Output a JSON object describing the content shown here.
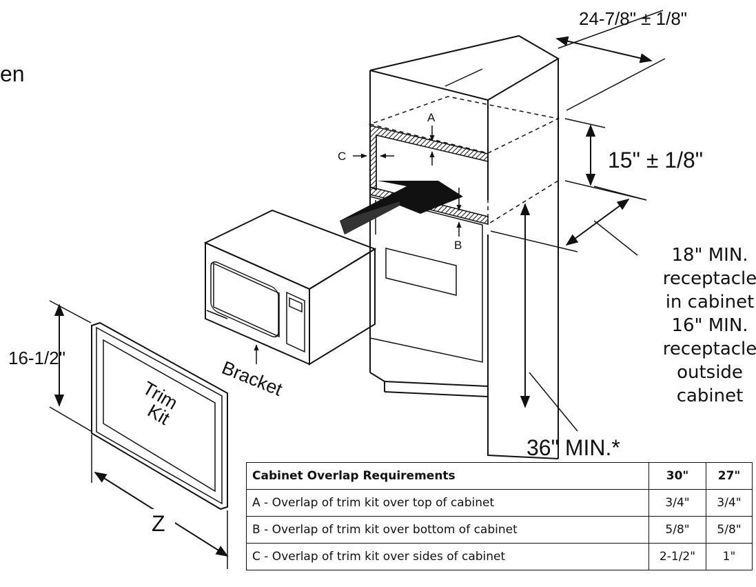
{
  "partial_text": "en",
  "labels": {
    "width": "24-7/8\" ± 1/8\"",
    "height": "15\" ± 1/8\"",
    "depth_lines": [
      "18\" MIN.",
      "receptacle",
      "in cabinet",
      "16\" MIN.",
      "receptacle",
      "outside",
      "cabinet"
    ],
    "floor_height": "36\" MIN.*",
    "a": "A",
    "b": "B",
    "c": "C",
    "bracket": "Bracket",
    "trim_kit_line1": "Trim",
    "trim_kit_line2": "Kit",
    "trim_height": "16-1/2\"",
    "trim_width": "Z"
  },
  "table": {
    "headers": [
      "Cabinet Overlap Requirements",
      "30\"",
      "27\""
    ],
    "rows": [
      [
        "A - Overlap of trim kit over top of cabinet",
        "3/4\"",
        "3/4\""
      ],
      [
        "B - Overlap of trim kit over bottom of cabinet",
        "5/8\"",
        "5/8\""
      ],
      [
        "C - Overlap of trim kit over sides of cabinet",
        "2-1/2\"",
        "1\""
      ]
    ]
  }
}
